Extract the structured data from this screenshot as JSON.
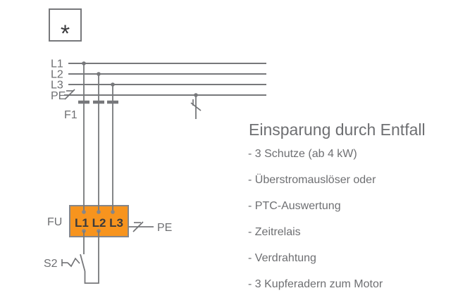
{
  "colors": {
    "inverter_fill": "#F7941E",
    "line_gray": "#77787B",
    "text_gray": "#6E6F72",
    "terminal_text": "#3A3A3C"
  },
  "diagram": {
    "note_symbol": "*",
    "bus_labels": [
      "L1",
      "L2",
      "L3",
      "PE"
    ],
    "fuse_label": "F1",
    "inverter_label": "FU",
    "inverter_terminals": "L1 L2 L3",
    "inverter_pe_label": "PE",
    "switch_label": "S2"
  },
  "info": {
    "heading": "Einsparung durch Entfall",
    "items": [
      "- 3 Schutze (ab 4 kW)",
      "- Überstromauslöser oder",
      "- PTC-Auswertung",
      "- Zeitrelais",
      "- Verdrahtung",
      "- 3 Kupferadern zum Motor"
    ]
  }
}
